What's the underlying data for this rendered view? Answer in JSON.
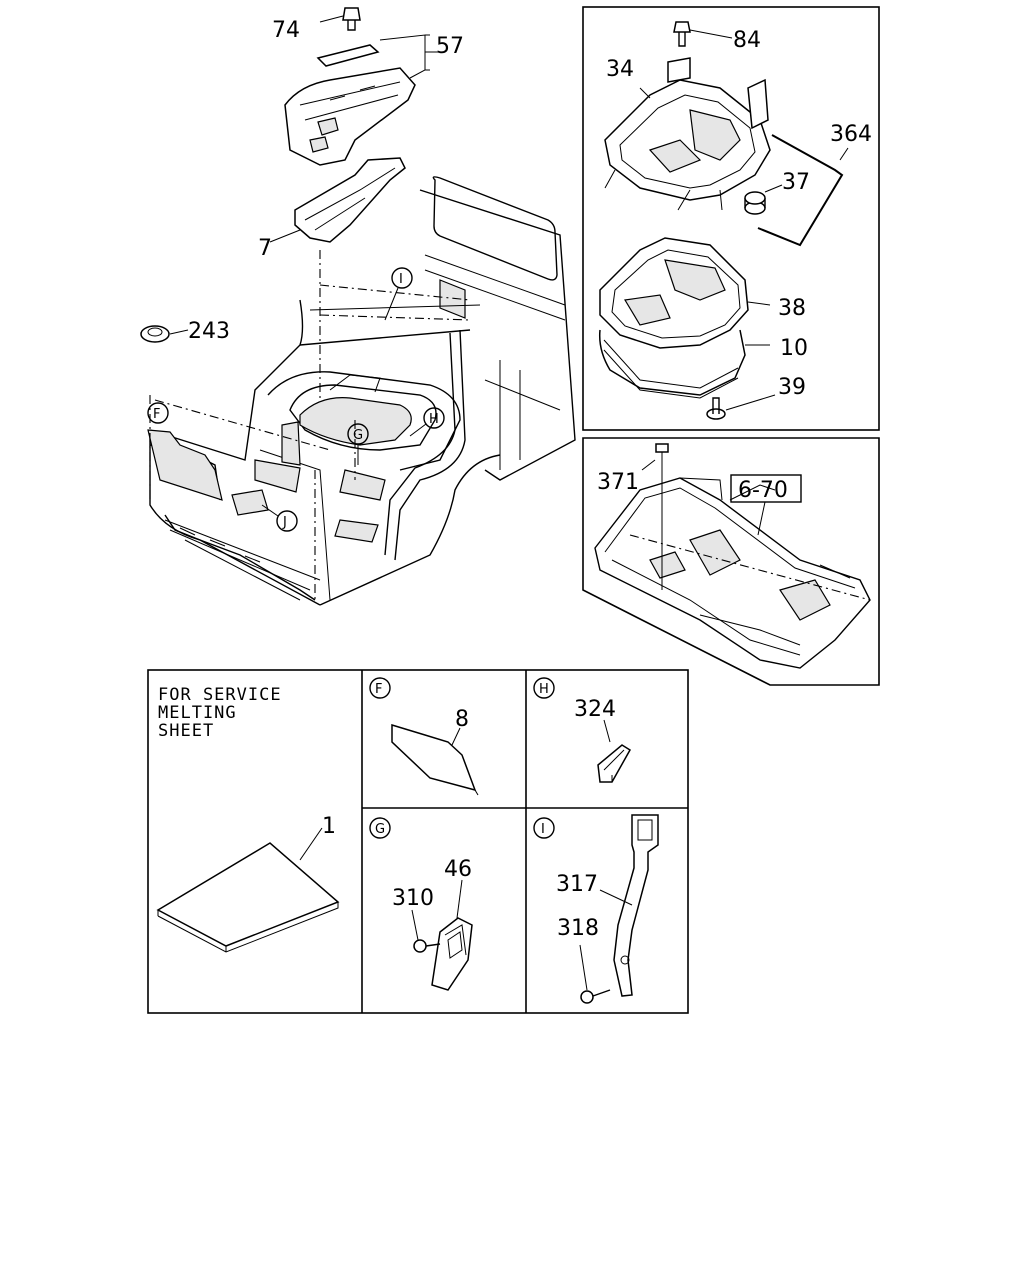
{
  "callouts": {
    "c74": "74",
    "c57": "57",
    "c7": "7",
    "c243": "243",
    "c84": "84",
    "c34": "34",
    "c364": "364",
    "c37": "37",
    "c38": "38",
    "c10": "10",
    "c39": "39",
    "c371": "371",
    "c670": "6-70",
    "c8": "8",
    "c324": "324",
    "c1": "1",
    "c46": "46",
    "c310": "310",
    "c317": "317",
    "c318": "318"
  },
  "circle_labels": {
    "f_main": "F",
    "g_main": "G",
    "h_main": "H",
    "i_main": "I",
    "j_main": "J",
    "f_box": "F",
    "h_box": "H",
    "g_box": "G",
    "i_box": "I"
  },
  "service_note": {
    "line1": "FOR SERVICE",
    "line2": "MELTING",
    "line3": "SHEET"
  }
}
